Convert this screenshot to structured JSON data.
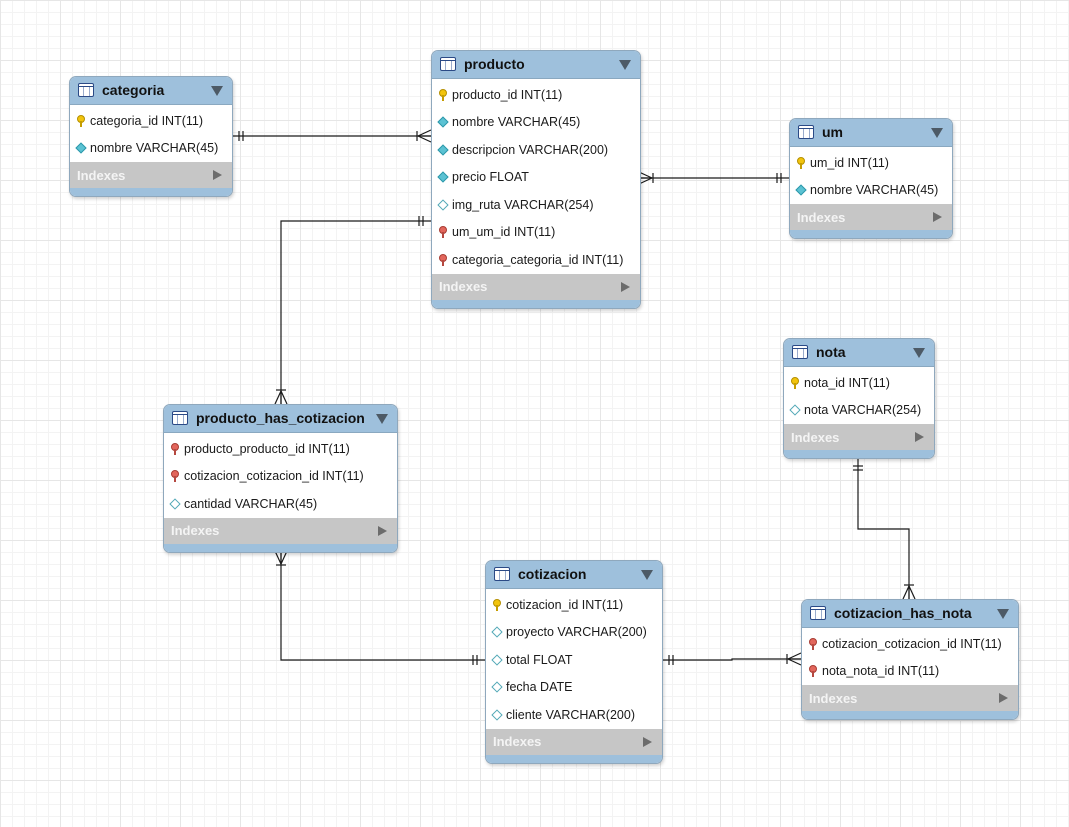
{
  "index_label": "Indexes",
  "tables": [
    {
      "id": "categoria",
      "name": "categoria",
      "columns": [
        {
          "name": "categoria_id INT(11)",
          "key": "pk"
        },
        {
          "name": "nombre VARCHAR(45)",
          "key": "nn"
        }
      ]
    },
    {
      "id": "producto",
      "name": "producto",
      "columns": [
        {
          "name": "producto_id INT(11)",
          "key": "pk"
        },
        {
          "name": "nombre VARCHAR(45)",
          "key": "nn"
        },
        {
          "name": "descripcion VARCHAR(200)",
          "key": "nn"
        },
        {
          "name": "precio FLOAT",
          "key": "nn"
        },
        {
          "name": "img_ruta VARCHAR(254)",
          "key": "opt"
        },
        {
          "name": "um_um_id INT(11)",
          "key": "fk"
        },
        {
          "name": "categoria_categoria_id INT(11)",
          "key": "fk"
        }
      ]
    },
    {
      "id": "um",
      "name": "um",
      "columns": [
        {
          "name": "um_id INT(11)",
          "key": "pk"
        },
        {
          "name": "nombre VARCHAR(45)",
          "key": "nn"
        }
      ]
    },
    {
      "id": "nota",
      "name": "nota",
      "columns": [
        {
          "name": "nota_id INT(11)",
          "key": "pk"
        },
        {
          "name": "nota VARCHAR(254)",
          "key": "opt"
        }
      ]
    },
    {
      "id": "producto_has_cotizacion",
      "name": "producto_has_cotizacion",
      "columns": [
        {
          "name": "producto_producto_id INT(11)",
          "key": "fk"
        },
        {
          "name": "cotizacion_cotizacion_id INT(11)",
          "key": "fk"
        },
        {
          "name": "cantidad VARCHAR(45)",
          "key": "opt"
        }
      ]
    },
    {
      "id": "cotizacion",
      "name": "cotizacion",
      "columns": [
        {
          "name": "cotizacion_id INT(11)",
          "key": "pk"
        },
        {
          "name": "proyecto VARCHAR(200)",
          "key": "opt"
        },
        {
          "name": "total FLOAT",
          "key": "opt"
        },
        {
          "name": "fecha DATE",
          "key": "opt"
        },
        {
          "name": "cliente VARCHAR(200)",
          "key": "opt"
        }
      ]
    },
    {
      "id": "cotizacion_has_nota",
      "name": "cotizacion_has_nota",
      "columns": [
        {
          "name": "cotizacion_cotizacion_id INT(11)",
          "key": "fk"
        },
        {
          "name": "nota_nota_id INT(11)",
          "key": "fk"
        }
      ]
    }
  ],
  "relationships": [
    {
      "from": "categoria",
      "to": "producto",
      "from_cardinality": "one",
      "to_cardinality": "many"
    },
    {
      "from": "um",
      "to": "producto",
      "from_cardinality": "one",
      "to_cardinality": "many"
    },
    {
      "from": "producto",
      "to": "producto_has_cotizacion",
      "from_cardinality": "one",
      "to_cardinality": "many"
    },
    {
      "from": "cotizacion",
      "to": "producto_has_cotizacion",
      "from_cardinality": "one",
      "to_cardinality": "many"
    },
    {
      "from": "cotizacion",
      "to": "cotizacion_has_nota",
      "from_cardinality": "one",
      "to_cardinality": "many"
    },
    {
      "from": "nota",
      "to": "cotizacion_has_nota",
      "from_cardinality": "one",
      "to_cardinality": "many"
    }
  ]
}
